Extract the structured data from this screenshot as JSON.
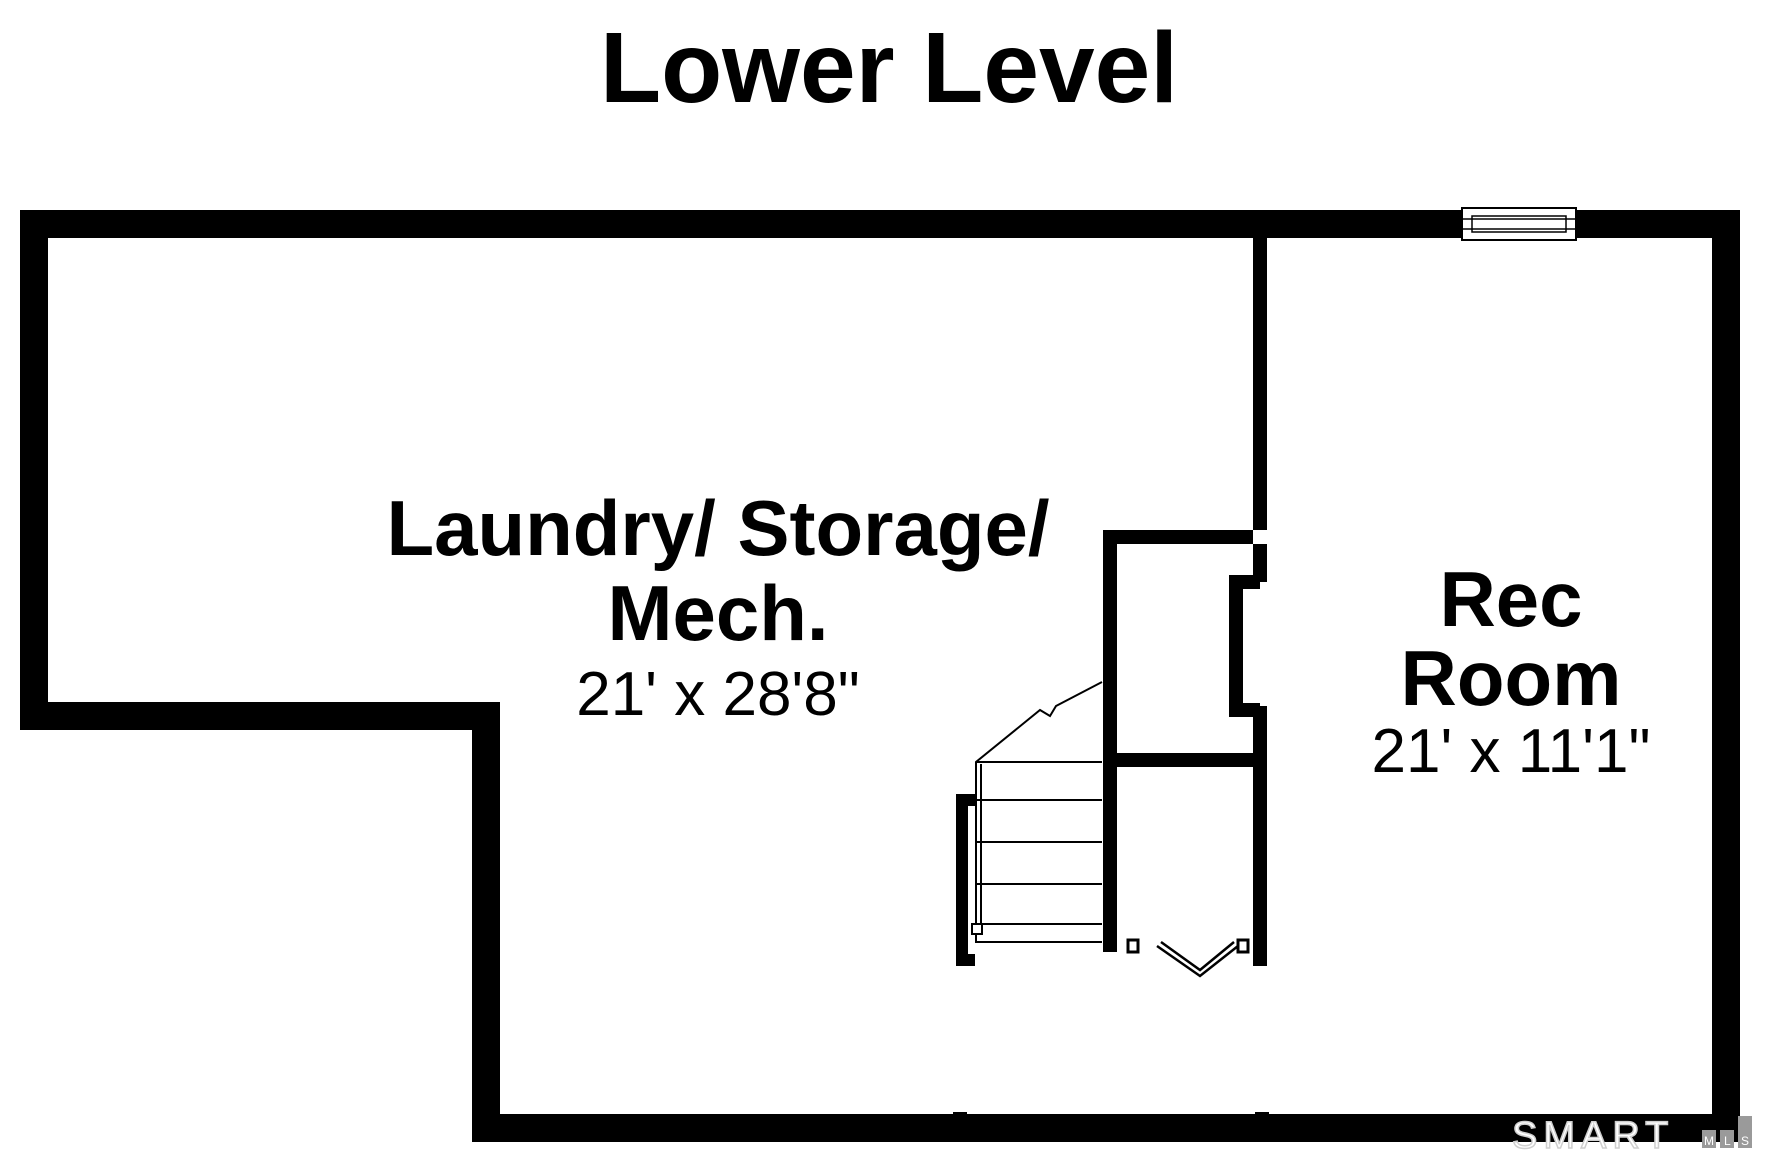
{
  "title": "Lower Level",
  "rooms": [
    {
      "name_lines": [
        "Laundry/ Storage/",
        "Mech."
      ],
      "dimensions": "21' x 28'8\""
    },
    {
      "name_lines": [
        "Rec",
        "Room"
      ],
      "dimensions": "21' x 11'1\""
    }
  ],
  "logo": {
    "text": "SMART",
    "box_letters": [
      "M",
      "L",
      "S"
    ]
  }
}
